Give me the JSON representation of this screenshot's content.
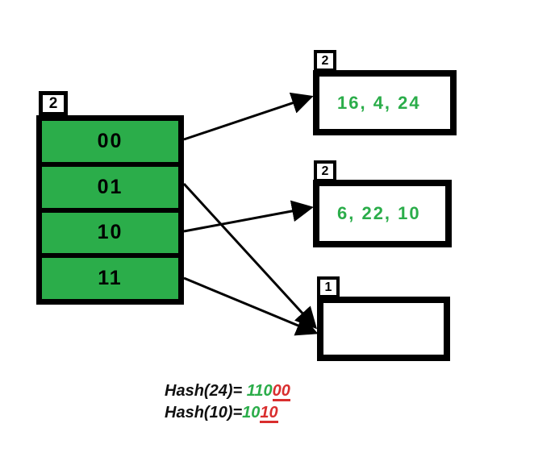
{
  "colors": {
    "green": "#2bad4a",
    "red": "#d92e2e",
    "black": "#000000",
    "white": "#ffffff"
  },
  "directory": {
    "global_depth": "2",
    "cells": [
      {
        "label": "00"
      },
      {
        "label": "01"
      },
      {
        "label": "10"
      },
      {
        "label": "11"
      }
    ]
  },
  "buckets": [
    {
      "local_depth": "2",
      "contents": "16, 4, 24"
    },
    {
      "local_depth": "2",
      "contents": "6, 22, 10"
    },
    {
      "local_depth": "1",
      "contents": ""
    }
  ],
  "connections": [
    {
      "from": "00",
      "to": "bucket-1"
    },
    {
      "from": "01",
      "to": "bucket-3"
    },
    {
      "from": "10",
      "to": "bucket-2"
    },
    {
      "from": "11",
      "to": "bucket-3"
    }
  ],
  "hash_annotations": [
    {
      "prefix": "Hash(24)= ",
      "kept_bits": "110",
      "directory_bits": "00"
    },
    {
      "prefix": "Hash(10)=",
      "kept_bits": "10",
      "directory_bits": "10"
    }
  ]
}
